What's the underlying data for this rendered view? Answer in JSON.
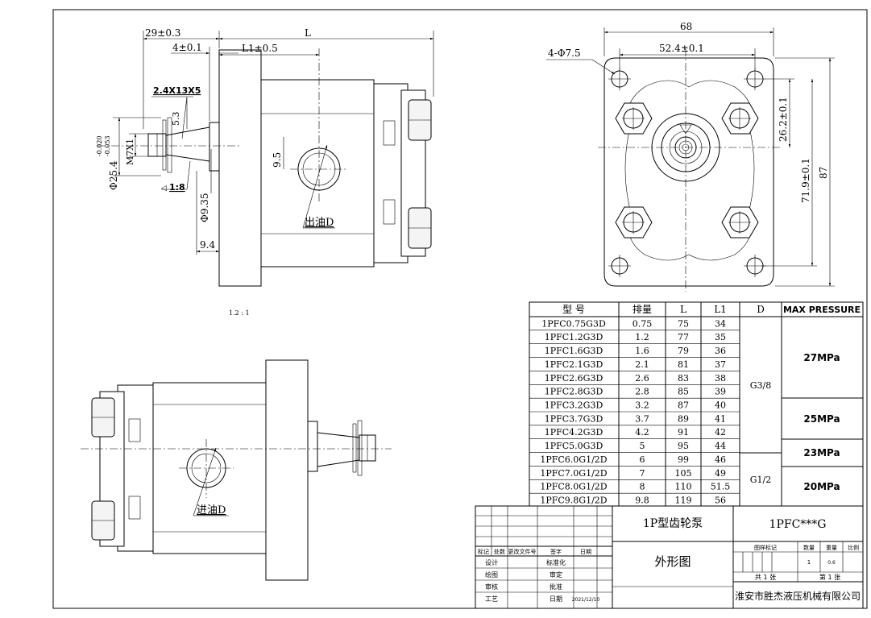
{
  "side_view": {
    "dim_29": "29±0.3",
    "dim_L": "L",
    "dim_4": "4±0.1",
    "dim_L1": "L1±0.5",
    "key_spec": "2.4X13X5",
    "tol_upper": "-0.020",
    "tol_lower": "-0.053",
    "dim_phi25": "Φ25.4",
    "dim_m7": "M7X1",
    "dim_5_3": "5.3",
    "dim_9_5": "9.5",
    "taper": "1:8",
    "dim_phi9": "Φ9.35",
    "outlet_label": "出油D",
    "dim_9_4": "9.4",
    "scale_note": "1.2 : 1"
  },
  "front_view": {
    "dim_68": "68",
    "dim_52": "52.4±0.1",
    "holes": "4-Φ7.5",
    "dim_26": "26.2±0.1",
    "dim_71": "71.9±0.1",
    "dim_87": "87"
  },
  "bottom_view": {
    "inlet_label": "进油D"
  },
  "spec_table": {
    "headers": [
      "型 号",
      "排量",
      "L",
      "L1",
      "D",
      "MAX PRESSURE"
    ],
    "rows": [
      {
        "model": "1PFC0.75G3D",
        "disp": "0.75",
        "L": "75",
        "L1": "34"
      },
      {
        "model": "1PFC1.2G3D",
        "disp": "1.2",
        "L": "77",
        "L1": "35"
      },
      {
        "model": "1PFC1.6G3D",
        "disp": "1.6",
        "L": "79",
        "L1": "36"
      },
      {
        "model": "1PFC2.1G3D",
        "disp": "2.1",
        "L": "81",
        "L1": "37"
      },
      {
        "model": "1PFC2.6G3D",
        "disp": "2.6",
        "L": "83",
        "L1": "38"
      },
      {
        "model": "1PFC2.8G3D",
        "disp": "2.8",
        "L": "85",
        "L1": "39"
      },
      {
        "model": "1PFC3.2G3D",
        "disp": "3.2",
        "L": "87",
        "L1": "40"
      },
      {
        "model": "1PFC3.7G3D",
        "disp": "3.7",
        "L": "89",
        "L1": "41"
      },
      {
        "model": "1PFC4.2G3D",
        "disp": "4.2",
        "L": "91",
        "L1": "42"
      },
      {
        "model": "1PFC5.0G3D",
        "disp": "5",
        "L": "95",
        "L1": "44"
      },
      {
        "model": "1PFC6.0G1/2D",
        "disp": "6",
        "L": "99",
        "L1": "46"
      },
      {
        "model": "1PFC7.0G1/2D",
        "disp": "7",
        "L": "105",
        "L1": "49"
      },
      {
        "model": "1PFC8.0G1/2D",
        "disp": "8",
        "L": "110",
        "L1": "51.5"
      },
      {
        "model": "1PFC9.8G1/2D",
        "disp": "9.8",
        "L": "119",
        "L1": "56"
      }
    ],
    "d_values": [
      "G3/8",
      "G1/2"
    ],
    "pressures": [
      "27MPa",
      "25MPa",
      "23MPa",
      "20MPa"
    ]
  },
  "title_block": {
    "product_name": "1P型齿轮泵",
    "drawing_name": "外形图",
    "drawing_code": "1PFC***G",
    "company": "淮安市胜杰液压机械有限公司",
    "rev_labels": [
      "标记",
      "处数",
      "更改文件号",
      "签字",
      "日期"
    ],
    "design": "设计",
    "standardize": "标准化",
    "draw": "绘图",
    "review": "审定",
    "audit": "审核",
    "approve": "批准",
    "process": "工艺",
    "date_label": "日期",
    "date": "2021/12/10",
    "mark_label": "图样标记",
    "qty_label": "数量",
    "weight_label": "重量",
    "ratio_label": "比例",
    "qty": "1",
    "weight": "0.6",
    "total_sheets": "共 1 张",
    "sheet_no": "第 1 张"
  }
}
